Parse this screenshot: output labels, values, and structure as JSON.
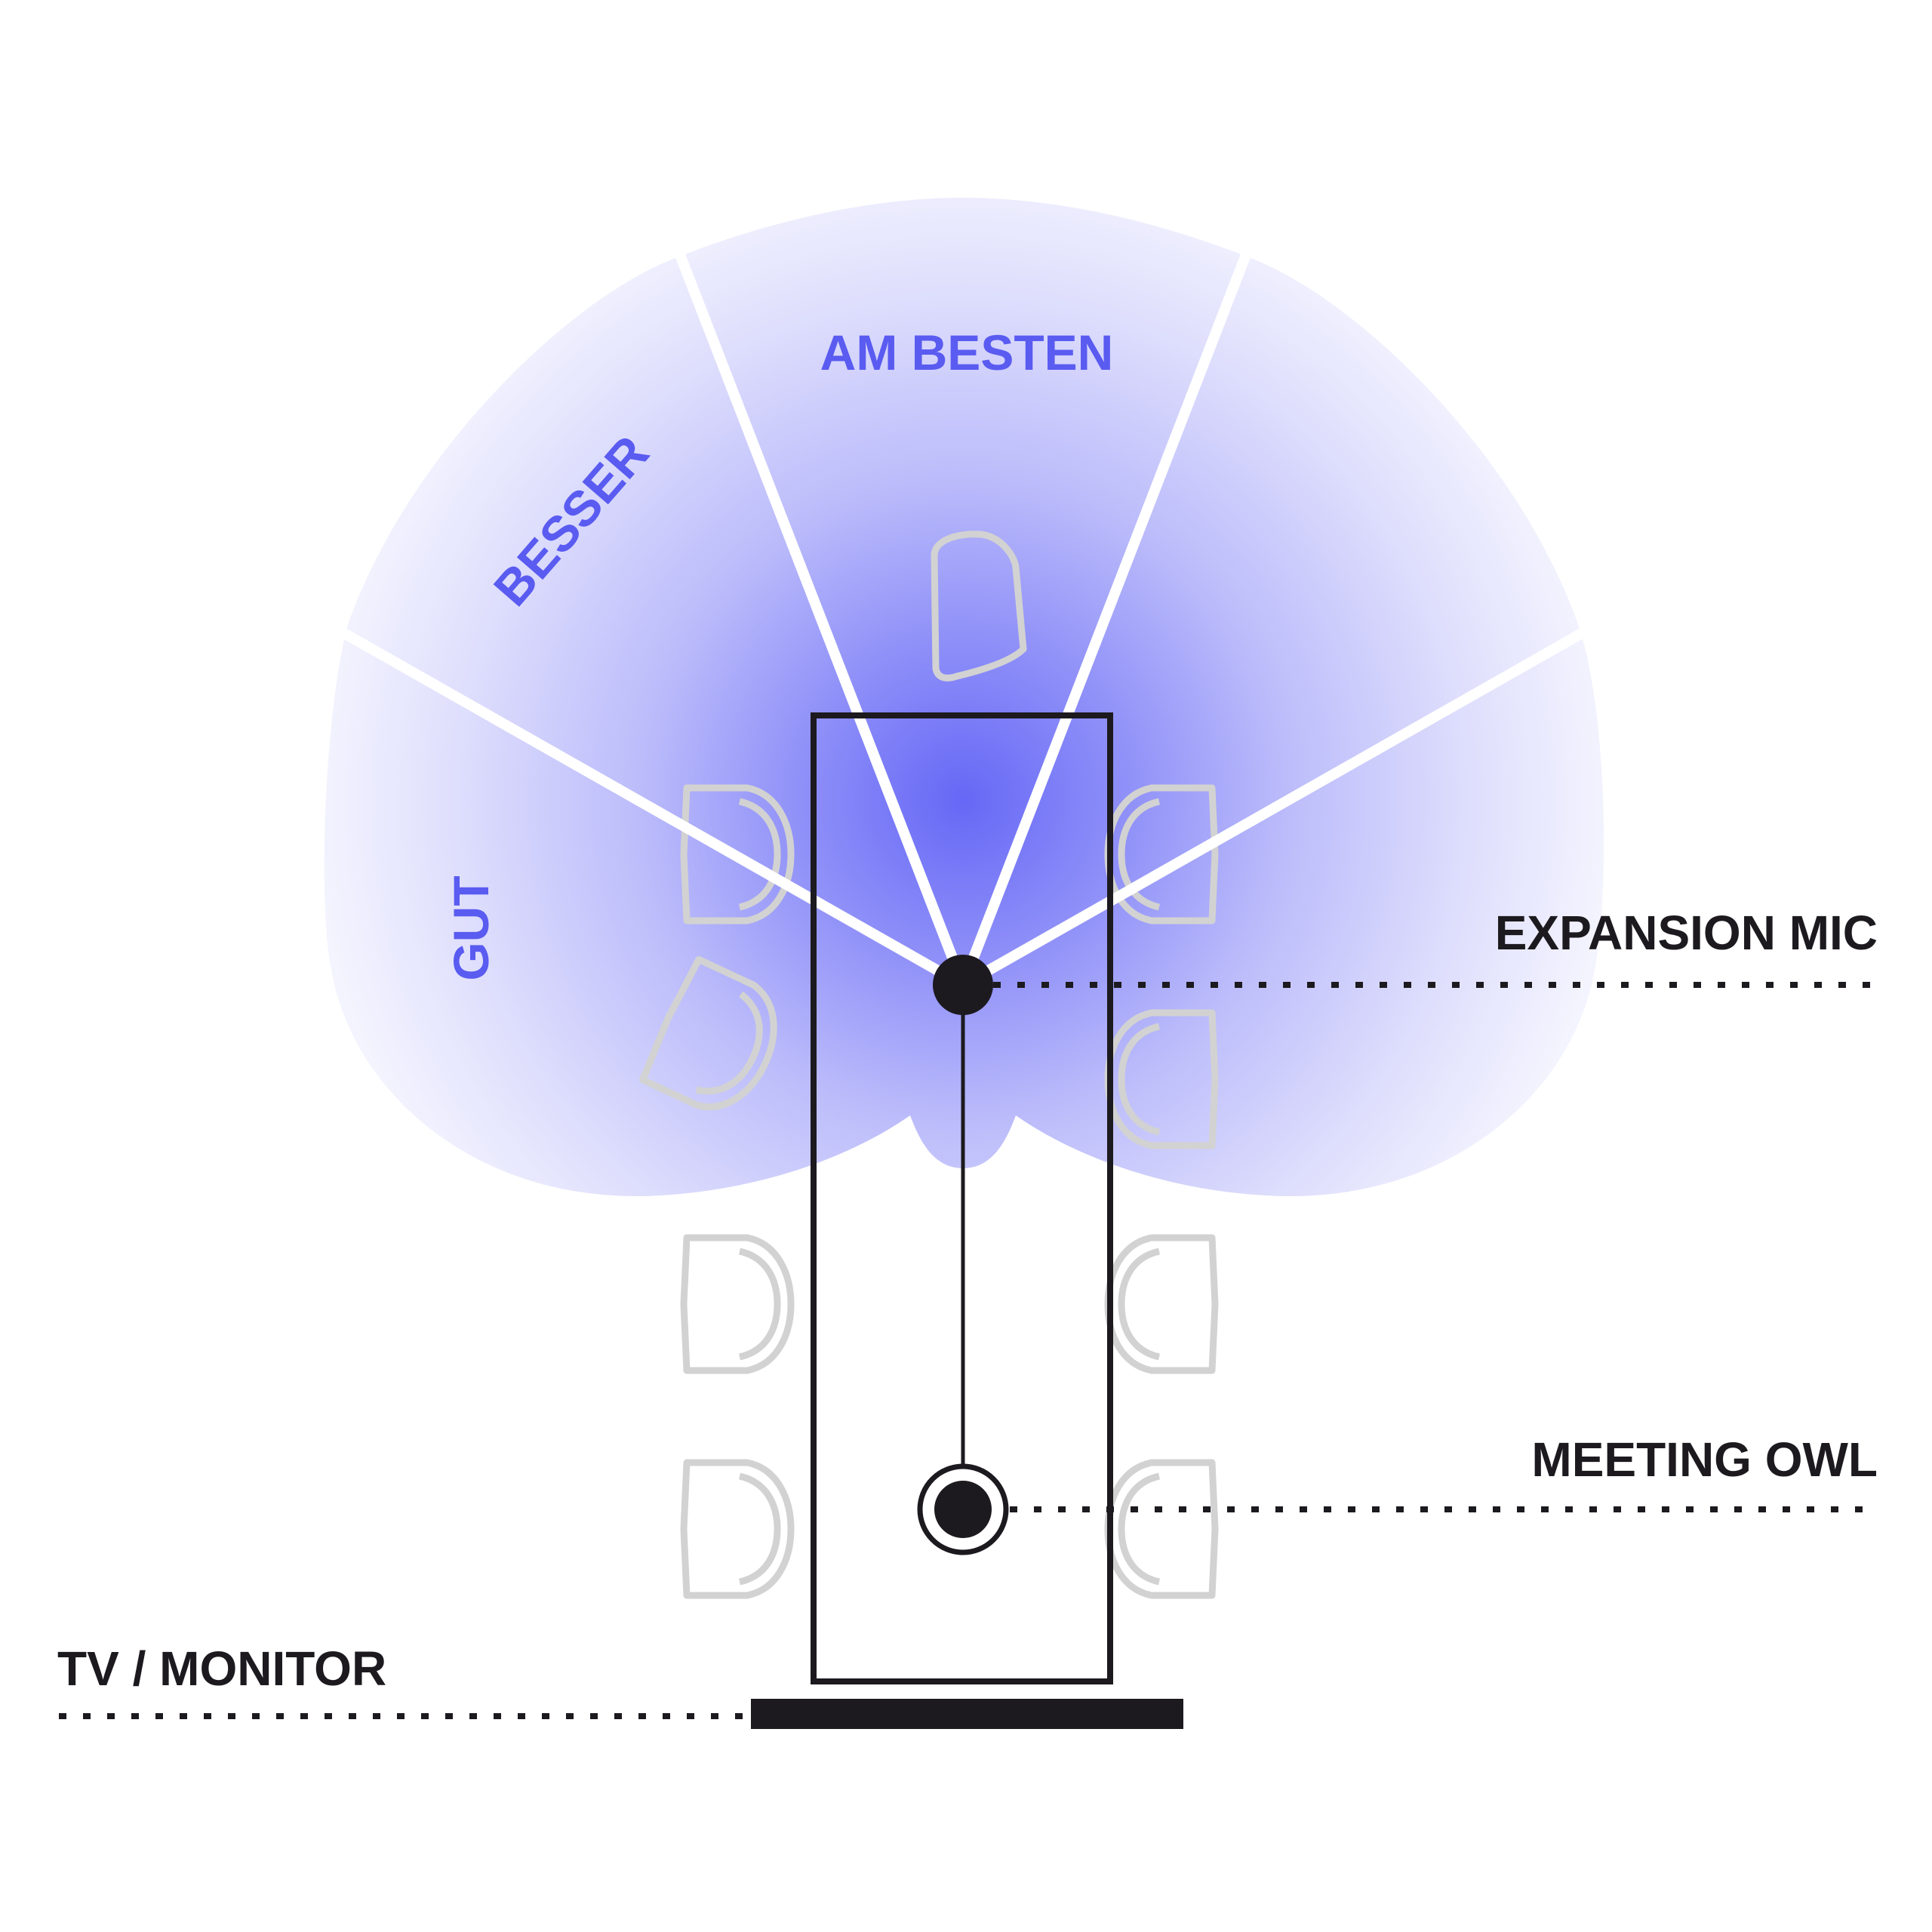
{
  "zones": {
    "best_label": "AM BESTEN",
    "better_label": "BESSER",
    "good_label": "GUT"
  },
  "callouts": {
    "expansion_mic": "EXPANSION MIC",
    "meeting_owl": "MEETING OWL",
    "tv_monitor": "TV / MONITOR"
  },
  "colors": {
    "zone_text": "#5a5bf0",
    "zone_core": "#6a6cf6",
    "zone_light": "#eeeeff",
    "ink": "#1c1a1e",
    "chair": "#d2d2d2"
  }
}
